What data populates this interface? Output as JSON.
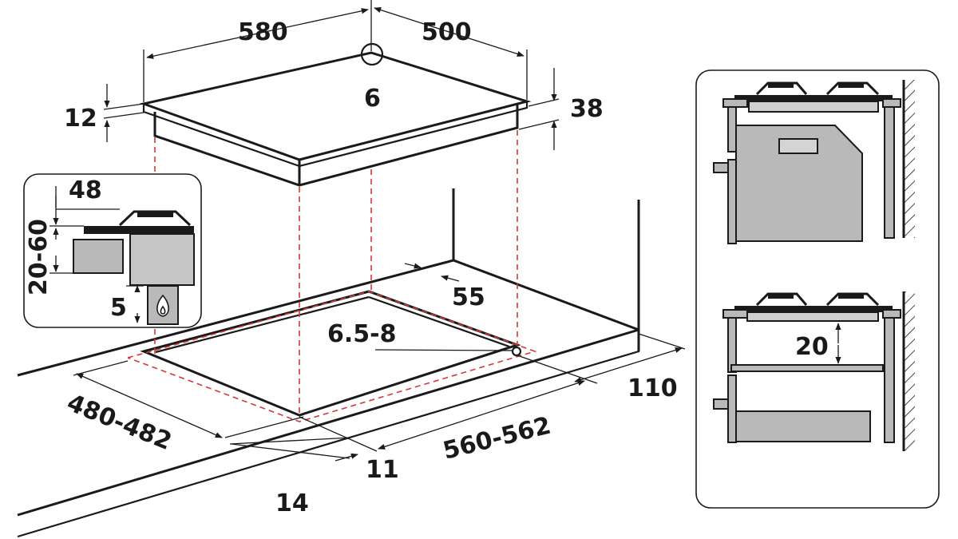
{
  "dimensions": {
    "width": "580",
    "depth": "500",
    "height": "38",
    "glass_thickness": "12",
    "corner_radius": "6",
    "cutout_width": "560-562",
    "cutout_depth": "480-482",
    "cutout_corner_radius": "6.5-8",
    "rear_clearance": "55",
    "side_clearance": "110",
    "front_clearance_left": "14",
    "front_clearance_right": "11",
    "detail_hob_height": "48",
    "detail_worktop_thickness": "20-60",
    "detail_gap_below": "5",
    "oven_gap": "20"
  },
  "colors": {
    "line": "#1a1a1a",
    "dashed_projection": "#d23a3a",
    "fill_gray": "#b9b9b9"
  },
  "icons": {
    "gas_flame": "gas-flame-icon"
  }
}
